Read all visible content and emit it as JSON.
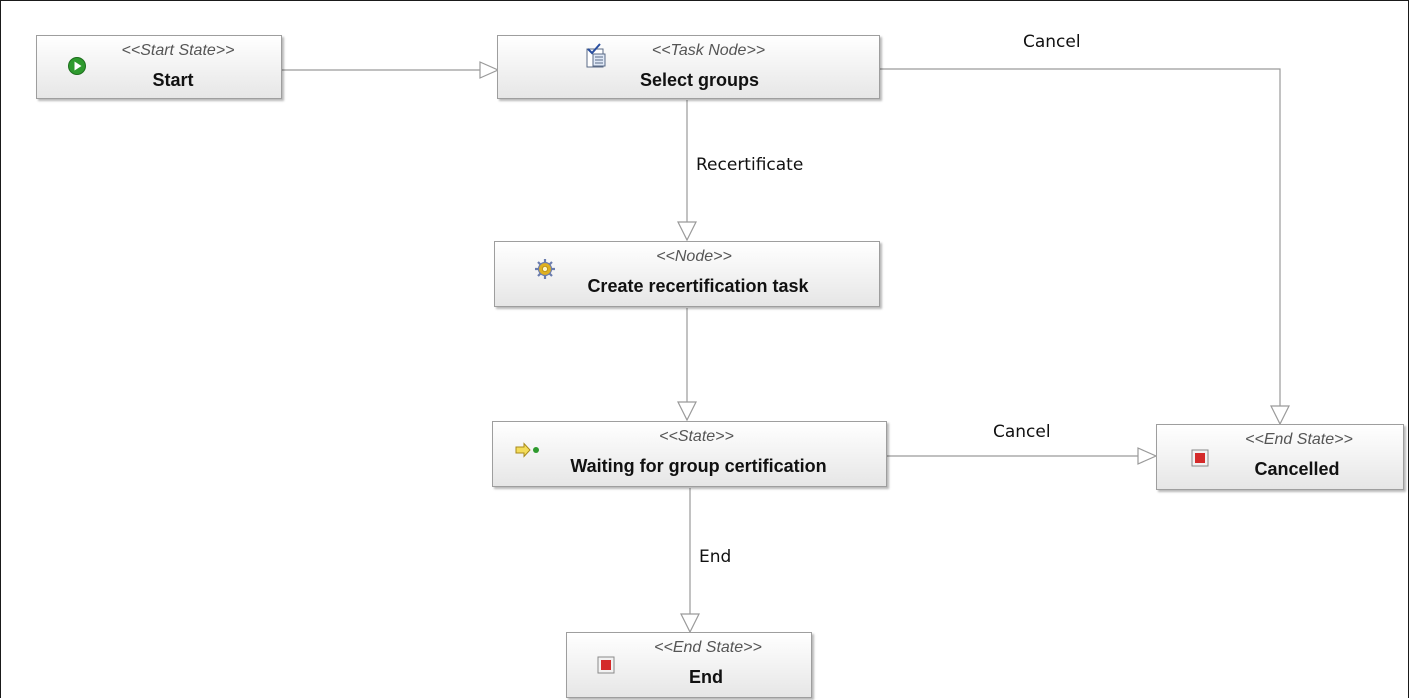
{
  "nodes": {
    "start": {
      "stereotype": "<<Start State>>",
      "name": "Start",
      "icon": "start-play-icon"
    },
    "select_groups": {
      "stereotype": "<<Task Node>>",
      "name": "Select groups",
      "icon": "task-clipboard-icon"
    },
    "create_task": {
      "stereotype": "<<Node>>",
      "name": "Create recertification task",
      "icon": "gear-icon"
    },
    "waiting": {
      "stereotype": "<<State>>",
      "name": "Waiting for group certification",
      "icon": "state-arrow-icon"
    },
    "cancelled": {
      "stereotype": "<<End State>>",
      "name": "Cancelled",
      "icon": "end-stop-icon"
    },
    "end": {
      "stereotype": "<<End State>>",
      "name": "End",
      "icon": "end-stop-icon"
    }
  },
  "transitions": {
    "recertificate": "Recertificate",
    "cancel_top": "Cancel",
    "cancel_waiting": "Cancel",
    "end": "End"
  },
  "colors": {
    "start_icon": "#2e9a2e",
    "end_icon": "#d42a2a",
    "gear_icon": "#e0b020",
    "edge": "#9a9a9a"
  }
}
